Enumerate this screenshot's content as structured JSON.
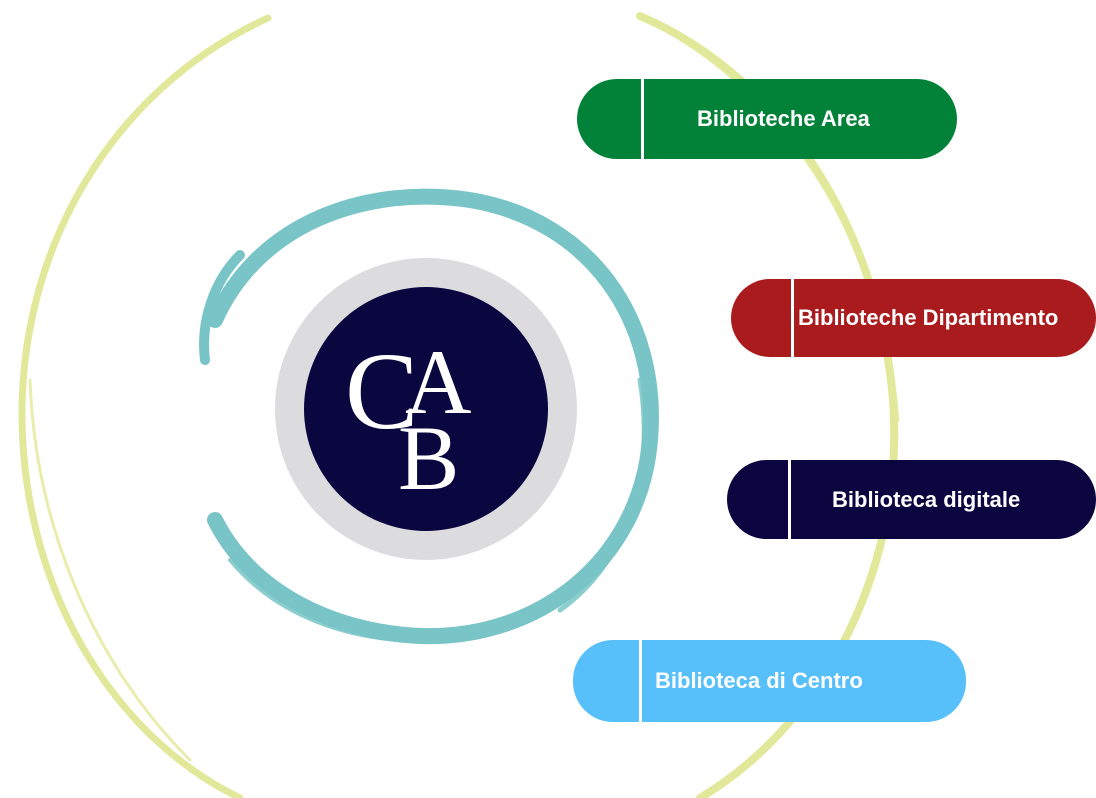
{
  "logo": {
    "letters": [
      "C",
      "A",
      "B"
    ]
  },
  "colors": {
    "ring_yellow": "#e2e89a",
    "ring_teal": "#78c4c6",
    "ring_grey": "#dcdcde",
    "logo_navy": "#0a0640"
  },
  "buttons": [
    {
      "label": "Biblioteche Area",
      "color": "#028238"
    },
    {
      "label": "Biblioteche Dipartimento",
      "color": "#a91b1d"
    },
    {
      "label": "Biblioteca digitale",
      "color": "#0b0540"
    },
    {
      "label": "Biblioteca di Centro",
      "color": "#57c0fb"
    }
  ]
}
